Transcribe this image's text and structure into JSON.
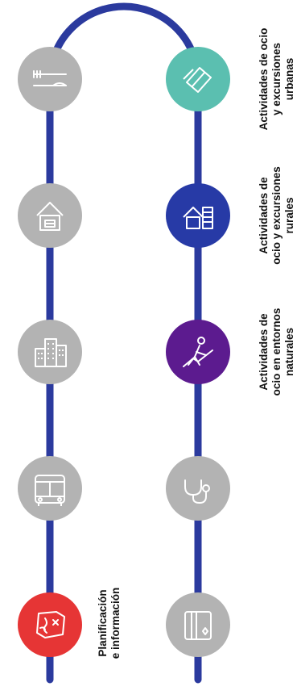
{
  "colors": {
    "track": "#2b3a9e",
    "inactive": "#b3b3b3",
    "planning": "#e63535",
    "urban": "#5bbfb0",
    "rural": "#273aa6",
    "natural": "#5c1b8f"
  },
  "left_column": [
    {
      "name": "planning",
      "icon": "treasure-map-icon",
      "label": "Planificación\ne información"
    },
    {
      "name": "transport",
      "icon": "bus-icon"
    },
    {
      "name": "city",
      "icon": "city-buildings-icon"
    },
    {
      "name": "lodging",
      "icon": "hotel-bed-icon"
    },
    {
      "name": "dining",
      "icon": "cutlery-icon"
    }
  ],
  "right_column": [
    {
      "name": "urban",
      "icon": "tickets-icon",
      "label": "Actividades de ocio\ny excursiones\nurbanas"
    },
    {
      "name": "rural",
      "icon": "rural-house-icon",
      "label": "Actividades de\nocio y excursiones\nrurales"
    },
    {
      "name": "natural",
      "icon": "hiker-icon",
      "label": "Actividades de\nocio en entornos\nnaturales"
    },
    {
      "name": "health",
      "icon": "stethoscope-icon"
    },
    {
      "name": "payment",
      "icon": "credit-card-icon"
    }
  ]
}
